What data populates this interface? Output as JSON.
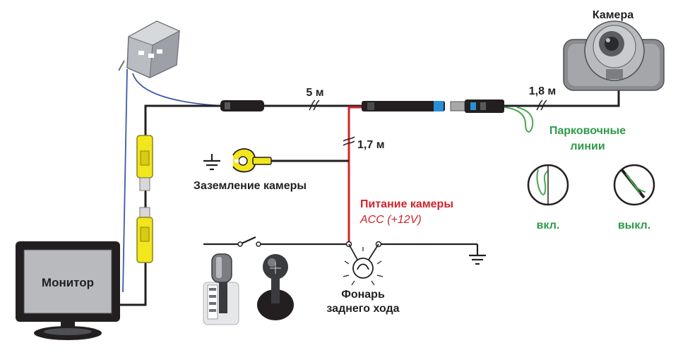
{
  "labels": {
    "camera": "Камера",
    "dist_5m": "5 м",
    "dist_18m": "1,8 м",
    "dist_17m": "1,7 м",
    "parking_line1": "Парковочные",
    "parking_line2": "линии",
    "on": "вкл.",
    "off": "выкл.",
    "ground_camera": "Заземление камеры",
    "camera_power": "Питание камеры",
    "acc": "ACC (+12V)",
    "monitor": "Монитор",
    "reverse_lamp_line1": "Фонарь",
    "reverse_lamp_line2": "заднего хода"
  },
  "colors": {
    "wire": "#231f20",
    "power_wire": "#d2232a",
    "blue_wire": "#3b5ba9",
    "green_wire": "#4aa64f",
    "rca_yellow": "#f2e61c",
    "connector_blue": "#2a8fd6"
  }
}
